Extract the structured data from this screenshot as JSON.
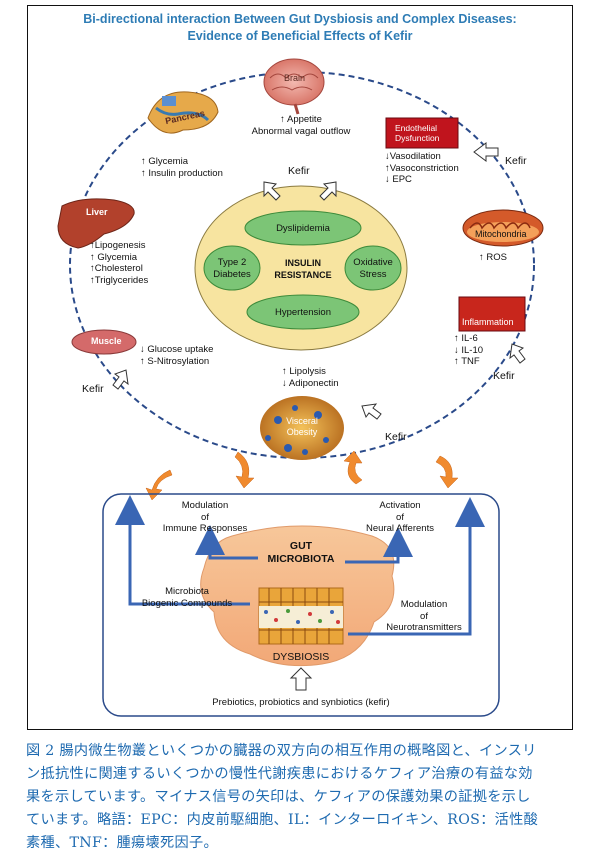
{
  "title": {
    "line1": "Bi-directional  interaction Between Gut Dysbiosis and Complex Diseases:",
    "line2": "Evidence of Beneficial Effects of Kefir"
  },
  "kefir_label": "Kefir",
  "organs": {
    "brain": {
      "name": "Brain",
      "effects": [
        "↑ Appetite",
        "Abnormal vagal outflow"
      ]
    },
    "pancreas": {
      "name": "Pancreas",
      "effects": [
        "↑ Glycemia",
        "↑ Insulin production"
      ]
    },
    "endothelial": {
      "name_line1": "Endothelial",
      "name_line2": "Dysfunction",
      "effects": [
        "↓Vasodilation",
        "↑Vasoconstriction",
        "↓ EPC"
      ]
    },
    "liver": {
      "name": "Liver",
      "effects": [
        "↑Lipogenesis",
        "↑ Glycemia",
        "↑Cholesterol",
        "↑Triglycerides"
      ]
    },
    "mitochondria": {
      "name": "Mitochondria",
      "effects": [
        "↑ ROS"
      ]
    },
    "muscle": {
      "name": "Muscle",
      "effects": [
        "↓ Glucose uptake",
        "↑ S-Nitrosylation"
      ]
    },
    "inflammation": {
      "name": "Inflammation",
      "effects": [
        "↑ IL-6",
        "↓ IL-10",
        "↑ TNF"
      ]
    },
    "visceral": {
      "name_line1": "Visceral",
      "name_line2": "Obesity",
      "effects": [
        "↑ Lipolysis",
        "↓ Adiponectin"
      ]
    }
  },
  "insulin_resistance": {
    "center_line1": "INSULIN",
    "center_line2": "RESISTANCE",
    "dyslipidemia": "Dyslipidemia",
    "diabetes_line1": "Type 2",
    "diabetes_line2": "Diabetes",
    "oxidative_line1": "Oxidative",
    "oxidative_line2": "Stress",
    "hypertension": "Hypertension"
  },
  "gut": {
    "title_line1": "GUT",
    "title_line2": "MICROBIOTA",
    "immune_line1": "Modulation",
    "immune_line2": "of",
    "immune_line3": "Immune Responses",
    "neural_line1": "Activation",
    "neural_line2": "of",
    "neural_line3": "Neural Afferents",
    "compounds_line1": "Microbiota",
    "compounds_line2": "Biogenic Compounds",
    "neuro_line1": "Modulation",
    "neuro_line2": "of",
    "neuro_line3": "Neurotransmitters",
    "dysbiosis": "DYSBIOSIS",
    "prebiotics": "Prebiotics, probiotics and synbiotics (kefir)"
  },
  "caption": {
    "line1": "図 2 腸内微生物叢といくつかの臓器の双方向の相互作用の概略図と、インスリ",
    "line2": "ン抵抗性に関連するいくつかの慢性代謝疾患におけるケフィア治療の有益な効",
    "line3": "果を示しています。マイナス信号の矢印は、ケフィアの保護効果の証拠を示し",
    "line4": "ています。略語：EPC：内皮前駆細胞、IL：インターロイキン、ROS：活性酸",
    "line5": "素種、TNF：腫瘍壊死因子。"
  },
  "colors": {
    "title": "#2e7cb5",
    "caption": "#1e6ab0",
    "dashed_circle": "#2a4a8a",
    "ellipse_fill": "#f7e4a0",
    "inner_oval": "#7cc576",
    "orange_arrow": "#f08a2e",
    "blue_arrow": "#3a66b4"
  }
}
